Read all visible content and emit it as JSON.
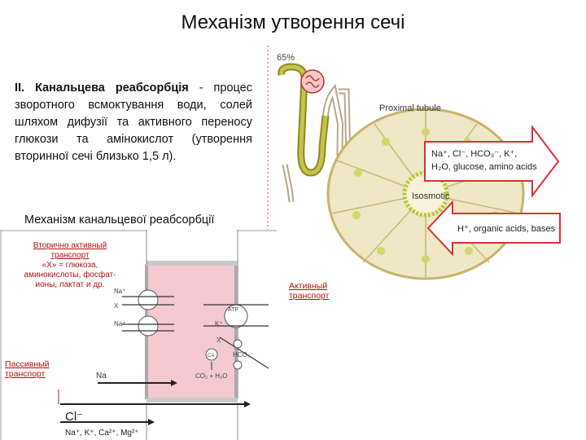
{
  "title": "Механізм утворення сечі",
  "paragraph": {
    "lead": "ІІ. Канальцева реабсорбція",
    "text": " - процес зворотного всмоктування води, солей шляхом дифузії та активного переносу глюкози та амінокислот (утворення вторинної сечі близько 1,5 л)."
  },
  "subtitle": "Механізм канальцевої реабсорбції",
  "secondary_transport": {
    "title_line1": "Вторично активный",
    "title_line2": "транспорт",
    "desc_line1": "«X» = глюкоза,",
    "desc_line2": "аминокислоты, фосфат-",
    "desc_line3": "ионы, лактат и др."
  },
  "active_transport": {
    "line1": "Активный",
    "line2": "транспорт"
  },
  "passive_transport": {
    "line1": "Пассивный",
    "line2": "транспорт"
  },
  "kidney": {
    "percent": "65%",
    "proximal": "Proximal tubule",
    "arrow_out_line1": "Na⁺, Cl⁻, HCO₃⁻, K⁺,",
    "arrow_out_line2": "H₂O, glucose, amino acids",
    "isosmotic": "Isosmotic",
    "arrow_in": "H⁺, organic acids, bases"
  },
  "transport_diagram": {
    "na_plus": "Na⁺",
    "na": "Na",
    "x": "X",
    "k_plus": "K⁺",
    "atp": "ATP",
    "ca": "CA",
    "hco3": "HCO₃⁻",
    "co2_h2o": "CO₂ + H₂O",
    "cl": "Cl⁻",
    "cations": "Na⁺, K⁺, Ca²⁺, Mg²⁺"
  }
}
